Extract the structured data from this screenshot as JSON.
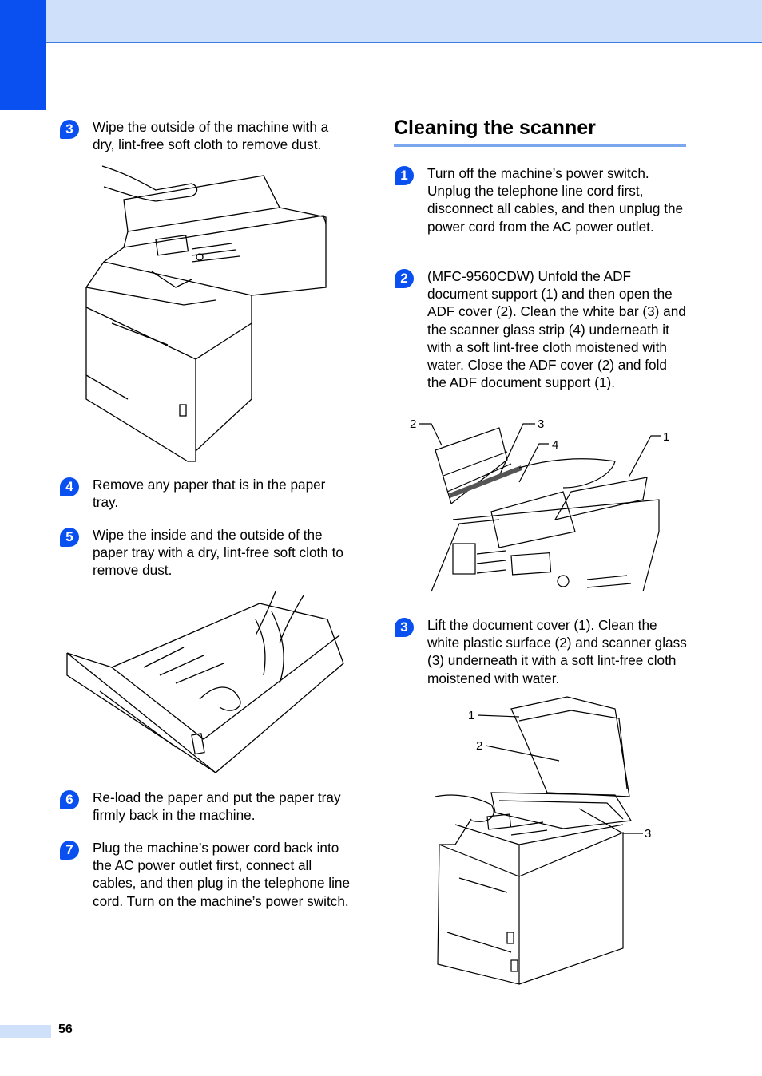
{
  "page": {
    "number": "56"
  },
  "left_column": {
    "steps": [
      {
        "num": "3",
        "text": "Wipe the outside of the machine with a dry, lint-free soft cloth to remove dust."
      },
      {
        "num": "4",
        "text": "Remove any paper that is in the paper tray."
      },
      {
        "num": "5",
        "text": "Wipe the inside and the outside of the paper tray with a dry, lint-free soft cloth to remove dust."
      },
      {
        "num": "6",
        "text": "Re-load the paper and put the paper tray firmly back in the machine."
      },
      {
        "num": "7",
        "text": "Plug the machine’s power cord back into the AC power outlet first, connect all cables, and then plug in the telephone line cord. Turn on the machine’s power switch."
      }
    ]
  },
  "right_column": {
    "title": "Cleaning the scanner",
    "steps": [
      {
        "num": "1",
        "text": "Turn off the machine’s power switch. Unplug the telephone line cord first, disconnect all cables, and then unplug the power cord from the AC power outlet."
      },
      {
        "num": "2",
        "text": "(MFC-9560CDW) Unfold the ADF document support (1) and then open the ADF cover (2). Clean the white bar (3) and the scanner glass strip (4) underneath it with a soft lint-free cloth moistened with water. Close the ADF cover (2) and fold the ADF document support (1)."
      },
      {
        "num": "3",
        "text": "Lift the document cover (1). Clean the white plastic surface (2) and scanner glass (3) underneath it with a soft lint-free cloth moistened with water."
      }
    ]
  },
  "callouts": {
    "adf": [
      "2",
      "3",
      "4",
      "1"
    ],
    "glass": [
      "1",
      "2",
      "3"
    ]
  },
  "colors": {
    "accent": "#0a4ff0",
    "band": "#cfe0fb",
    "rule": "#7aa7ee"
  }
}
